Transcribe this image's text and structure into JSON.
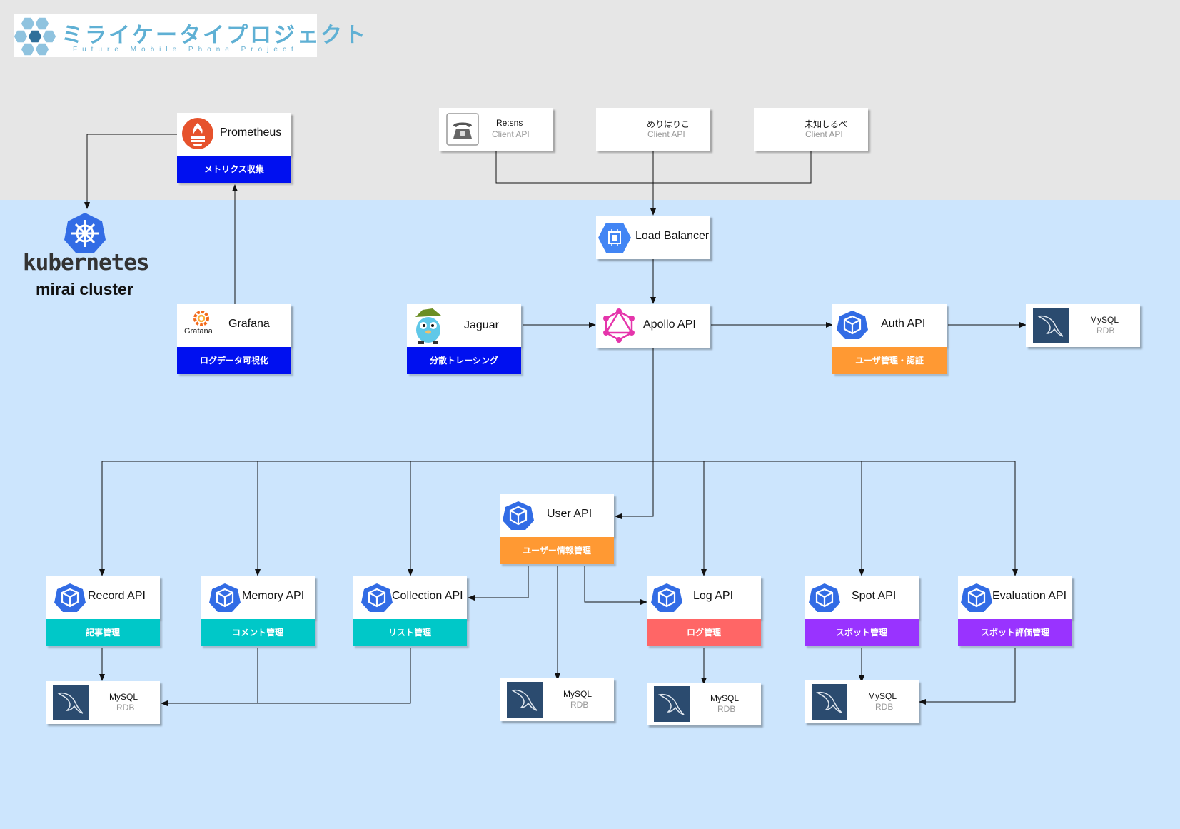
{
  "logo": {
    "title_jp": "ミライケータイプロジェクト",
    "title_en": "Future Mobile Phone Project"
  },
  "kubernetes": {
    "wordmark": "kubernetes",
    "cluster_label": "mirai cluster"
  },
  "clients": [
    {
      "name": "Re:sns",
      "sub": "Client API"
    },
    {
      "name": "めりはりこ",
      "sub": "Client API"
    },
    {
      "name": "未知しるべ",
      "sub": "Client API"
    }
  ],
  "nodes": {
    "prometheus": {
      "title": "Prometheus",
      "band": "メトリクス収集",
      "band_color": "#0010f0"
    },
    "grafana": {
      "title": "Grafana",
      "band": "ログデータ可視化",
      "band_color": "#0010f0",
      "logo_text": "Grafana"
    },
    "jaguar": {
      "title": "Jaguar",
      "band": "分散トレーシング",
      "band_color": "#0010f0"
    },
    "load_balancer": {
      "title": "Load Balancer"
    },
    "apollo": {
      "title": "Apollo API"
    },
    "auth": {
      "title": "Auth API",
      "band": "ユーザ管理・認証",
      "band_color": "#ff9933"
    },
    "user": {
      "title": "User API",
      "band": "ユーザー情報管理",
      "band_color": "#ff9933"
    },
    "record": {
      "title": "Record API",
      "band": "記事管理",
      "band_color": "#00c8c8"
    },
    "memory": {
      "title": "Memory API",
      "band": "コメント管理",
      "band_color": "#00c8c8"
    },
    "collection": {
      "title": "Collection API",
      "band": "リスト管理",
      "band_color": "#00c8c8"
    },
    "log": {
      "title": "Log API",
      "band": "ログ管理",
      "band_color": "#ff6666"
    },
    "spot": {
      "title": "Spot API",
      "band": "スポット管理",
      "band_color": "#9933ff"
    },
    "evaluation": {
      "title": "Evaluation API",
      "band": "スポット評価管理",
      "band_color": "#9933ff"
    }
  },
  "databases": [
    {
      "id": "db-auth",
      "name": "MySQL",
      "kind": "RDB"
    },
    {
      "id": "db-record-memory-collection",
      "name": "MySQL",
      "kind": "RDB"
    },
    {
      "id": "db-user",
      "name": "MySQL",
      "kind": "RDB"
    },
    {
      "id": "db-log",
      "name": "MySQL",
      "kind": "RDB"
    },
    {
      "id": "db-spot-evaluation",
      "name": "MySQL",
      "kind": "RDB"
    }
  ],
  "colors": {
    "top_area": "#e6e6e6",
    "cluster_area": "#cce5fd",
    "k8s_blue": "#326ce5",
    "mysql_tile": "#2b4b6f"
  },
  "icons": [
    "telephone-icon",
    "kubernetes-logo",
    "prometheus-logo",
    "grafana-logo",
    "jaguar-gopher",
    "gcp-load-balancer-icon",
    "graphql-icon",
    "kubernetes-service-icon",
    "mysql-icon"
  ]
}
